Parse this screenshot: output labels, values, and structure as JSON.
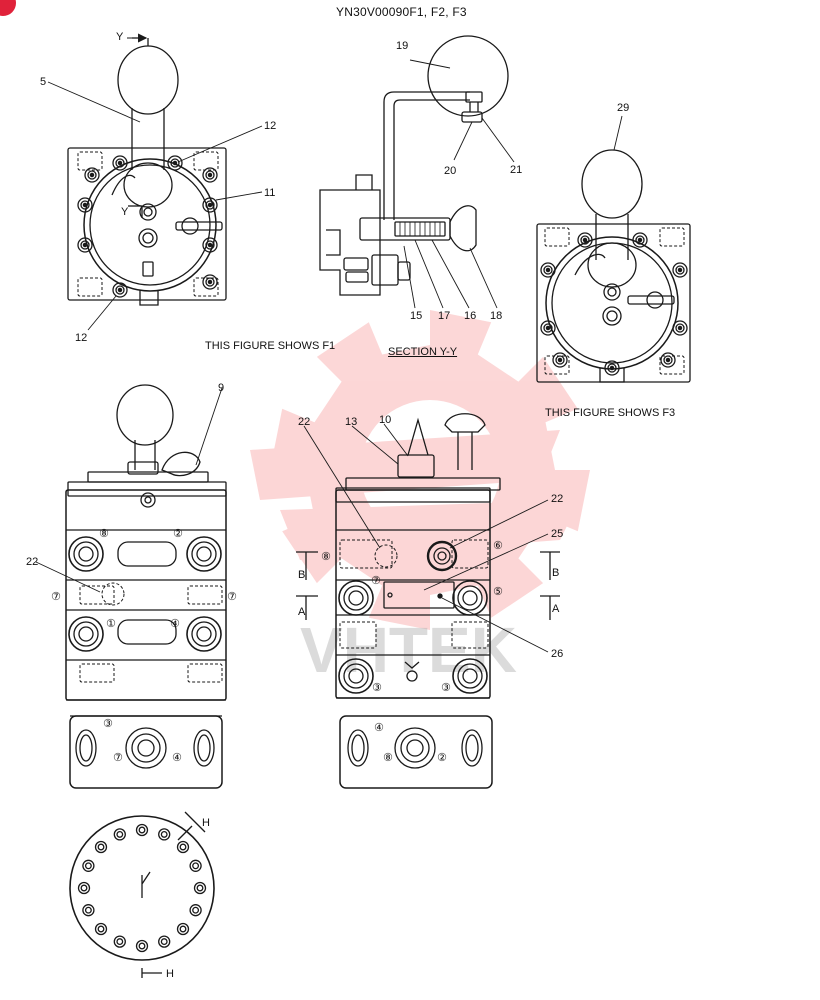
{
  "drawing": {
    "title": "YN30V00090F1, F2, F3",
    "caption_f1": "THIS FIGURE SHOWS  F1",
    "caption_f3": "THIS FIGURE SHOWS  F3",
    "section_label": "SECTION  Y-Y",
    "watermark_text": "VHTEK"
  },
  "colors": {
    "line": "#1a1a1a",
    "watermark": "#f24a4a",
    "badge": "#e0223a"
  },
  "callouts": {
    "n5": "5",
    "n12a": "12",
    "n11": "11",
    "n12b": "12",
    "n_y": "Y",
    "n_y2": "Y",
    "n19": "19",
    "n20": "20",
    "n21": "21",
    "n15": "15",
    "n17": "17",
    "n16": "16",
    "n18": "18",
    "n29": "29",
    "n9": "9",
    "n22a": "22",
    "n22b": "22",
    "n13": "13",
    "n10": "10",
    "n22c": "22",
    "n25": "25",
    "n26": "26",
    "n_b1": "B",
    "n_a1": "A",
    "n_b2": "B",
    "n_a2": "A",
    "n_h1": "H",
    "n_h2": "H"
  },
  "ports": {
    "p8a": "⑧",
    "p2a": "②",
    "p7a": "⑦",
    "p7b": "⑦",
    "p1": "①",
    "p4a": "④",
    "p3a": "③",
    "p7c": "⑦",
    "p4b": "④",
    "p8b": "⑧",
    "p6": "⑥",
    "p7d": "⑦",
    "p5": "⑤",
    "p3b": "③",
    "p3c": "③",
    "p4c": "④",
    "p8c": "⑧",
    "p2b": "②"
  }
}
